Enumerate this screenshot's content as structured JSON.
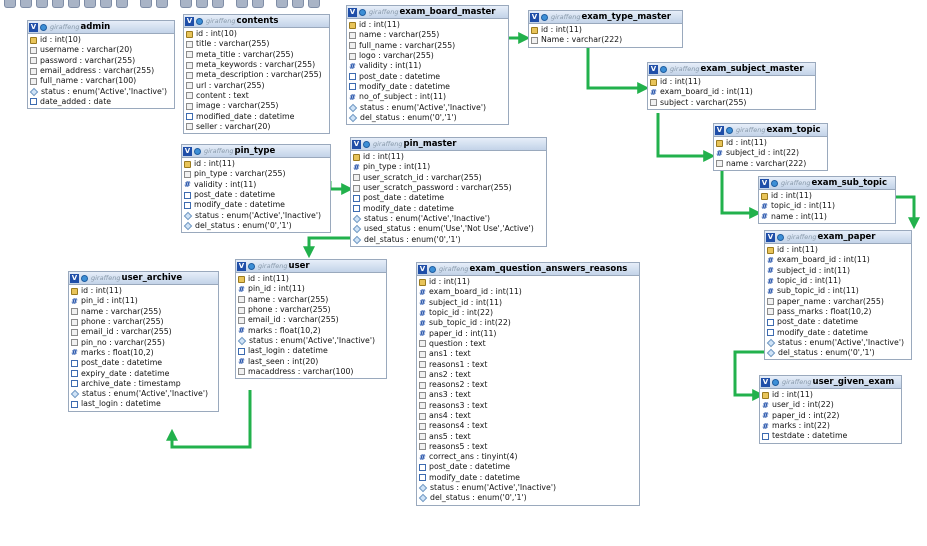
{
  "prefix": "giraffeng",
  "connector_color": "#22b14c",
  "tables": [
    {
      "id": "admin",
      "name": "admin",
      "fields": [
        {
          "icon": "key",
          "text": "id : int(10)"
        },
        {
          "icon": "text",
          "text": "username : varchar(20)"
        },
        {
          "icon": "text",
          "text": "password : varchar(255)"
        },
        {
          "icon": "text",
          "text": "email_address : varchar(255)"
        },
        {
          "icon": "text",
          "text": "full_name : varchar(100)"
        },
        {
          "icon": "enum",
          "text": "status : enum('Active','Inactive')"
        },
        {
          "icon": "date",
          "text": "date_added : date"
        }
      ]
    },
    {
      "id": "contents",
      "name": "contents",
      "fields": [
        {
          "icon": "key",
          "text": "id : int(10)"
        },
        {
          "icon": "text",
          "text": "title : varchar(255)"
        },
        {
          "icon": "text",
          "text": "meta_title : varchar(255)"
        },
        {
          "icon": "text",
          "text": "meta_keywords : varchar(255)"
        },
        {
          "icon": "text",
          "text": "meta_description : varchar(255)"
        },
        {
          "icon": "text",
          "text": "url : varchar(255)"
        },
        {
          "icon": "text",
          "text": "content : text"
        },
        {
          "icon": "text",
          "text": "image : varchar(255)"
        },
        {
          "icon": "date",
          "text": "modified_date : datetime"
        },
        {
          "icon": "text",
          "text": "seller : varchar(20)"
        }
      ]
    },
    {
      "id": "exam_board_master",
      "name": "exam_board_master",
      "fields": [
        {
          "icon": "key",
          "text": "id : int(11)"
        },
        {
          "icon": "text",
          "text": "name : varchar(255)"
        },
        {
          "icon": "text",
          "text": "full_name : varchar(255)"
        },
        {
          "icon": "text",
          "text": "logo : varchar(255)"
        },
        {
          "icon": "hash",
          "text": "validity : int(11)"
        },
        {
          "icon": "date",
          "text": "post_date : datetime"
        },
        {
          "icon": "date",
          "text": "modify_date : datetime"
        },
        {
          "icon": "hash",
          "text": "no_of_subject : int(11)"
        },
        {
          "icon": "enum",
          "text": "status : enum('Active','Inactive')"
        },
        {
          "icon": "enum",
          "text": "del_status : enum('0','1')"
        }
      ]
    },
    {
      "id": "exam_type_master",
      "name": "exam_type_master",
      "fields": [
        {
          "icon": "key",
          "text": "id : int(11)"
        },
        {
          "icon": "text",
          "text": "Name : varchar(222)"
        }
      ]
    },
    {
      "id": "exam_subject_master",
      "name": "exam_subject_master",
      "fields": [
        {
          "icon": "key",
          "text": "id : int(11)"
        },
        {
          "icon": "hash",
          "text": "exam_board_id : int(11)"
        },
        {
          "icon": "text",
          "text": "subject : varchar(255)"
        }
      ]
    },
    {
      "id": "exam_topic",
      "name": "exam_topic",
      "fields": [
        {
          "icon": "key",
          "text": "id : int(11)"
        },
        {
          "icon": "hash",
          "text": "subject_id : int(22)"
        },
        {
          "icon": "text",
          "text": "name : varchar(222)"
        }
      ]
    },
    {
      "id": "exam_sub_topic",
      "name": "exam_sub_topic",
      "fields": [
        {
          "icon": "key",
          "text": "id : int(11)"
        },
        {
          "icon": "hash",
          "text": "topic_id : int(11)"
        },
        {
          "icon": "hash",
          "text": "name : int(11)"
        }
      ]
    },
    {
      "id": "exam_paper",
      "name": "exam_paper",
      "fields": [
        {
          "icon": "key",
          "text": "id : int(11)"
        },
        {
          "icon": "hash",
          "text": "exam_board_id : int(11)"
        },
        {
          "icon": "hash",
          "text": "subject_id : int(11)"
        },
        {
          "icon": "hash",
          "text": "topic_id : int(11)"
        },
        {
          "icon": "hash",
          "text": "sub_topic_id : int(11)"
        },
        {
          "icon": "text",
          "text": "paper_name : varchar(255)"
        },
        {
          "icon": "text",
          "text": "pass_marks : float(10,2)"
        },
        {
          "icon": "date",
          "text": "post_date : datetime"
        },
        {
          "icon": "date",
          "text": "modify_date : datetime"
        },
        {
          "icon": "enum",
          "text": "status : enum('Active','Inactive')"
        },
        {
          "icon": "enum",
          "text": "del_status : enum('0','1')"
        }
      ]
    },
    {
      "id": "pin_type",
      "name": "pin_type",
      "fields": [
        {
          "icon": "key",
          "text": "id : int(11)"
        },
        {
          "icon": "text",
          "text": "pin_type : varchar(255)"
        },
        {
          "icon": "hash",
          "text": "validity : int(11)"
        },
        {
          "icon": "date",
          "text": "post_date : datetime"
        },
        {
          "icon": "date",
          "text": "modify_date : datetime"
        },
        {
          "icon": "enum",
          "text": "status : enum('Active','Inactive')"
        },
        {
          "icon": "enum",
          "text": "del_status : enum('0','1')"
        }
      ]
    },
    {
      "id": "pin_master",
      "name": "pin_master",
      "fields": [
        {
          "icon": "key",
          "text": "id : int(11)"
        },
        {
          "icon": "hash",
          "text": "pin_type : int(11)"
        },
        {
          "icon": "text",
          "text": "user_scratch_id : varchar(255)"
        },
        {
          "icon": "text",
          "text": "user_scratch_password : varchar(255)"
        },
        {
          "icon": "date",
          "text": "post_date : datetime"
        },
        {
          "icon": "date",
          "text": "modify_date : datetime"
        },
        {
          "icon": "enum",
          "text": "status : enum('Active','Inactive')"
        },
        {
          "icon": "enum",
          "text": "used_status : enum('Use','Not Use','Active')"
        },
        {
          "icon": "enum",
          "text": "del_status : enum('0','1')"
        }
      ]
    },
    {
      "id": "user_archive",
      "name": "user_archive",
      "fields": [
        {
          "icon": "key",
          "text": "id : int(11)"
        },
        {
          "icon": "hash",
          "text": "pin_id : int(11)"
        },
        {
          "icon": "text",
          "text": "name : varchar(255)"
        },
        {
          "icon": "text",
          "text": "phone : varchar(255)"
        },
        {
          "icon": "text",
          "text": "email_id : varchar(255)"
        },
        {
          "icon": "text",
          "text": "pin_no : varchar(255)"
        },
        {
          "icon": "hash",
          "text": "marks : float(10,2)"
        },
        {
          "icon": "date",
          "text": "post_date : datetime"
        },
        {
          "icon": "date",
          "text": "expiry_date : datetime"
        },
        {
          "icon": "date",
          "text": "archive_date : timestamp"
        },
        {
          "icon": "enum",
          "text": "status : enum('Active','Inactive')"
        },
        {
          "icon": "date",
          "text": "last_login : datetime"
        }
      ]
    },
    {
      "id": "user",
      "name": "user",
      "fields": [
        {
          "icon": "key",
          "text": "id : int(11)"
        },
        {
          "icon": "hash",
          "text": "pin_id : int(11)"
        },
        {
          "icon": "text",
          "text": "name : varchar(255)"
        },
        {
          "icon": "text",
          "text": "phone : varchar(255)"
        },
        {
          "icon": "text",
          "text": "email_id : varchar(255)"
        },
        {
          "icon": "hash",
          "text": "marks : float(10,2)"
        },
        {
          "icon": "enum",
          "text": "status : enum('Active','Inactive')"
        },
        {
          "icon": "date",
          "text": "last_login : datetime"
        },
        {
          "icon": "hash",
          "text": "last_seen : int(20)"
        },
        {
          "icon": "text",
          "text": "macaddress : varchar(100)"
        }
      ]
    },
    {
      "id": "exam_question_answers_reasons",
      "name": "exam_question_answers_reasons",
      "fields": [
        {
          "icon": "key",
          "text": "id : int(11)"
        },
        {
          "icon": "hash",
          "text": "exam_board_id : int(11)"
        },
        {
          "icon": "hash",
          "text": "subject_id : int(11)"
        },
        {
          "icon": "hash",
          "text": "topic_id : int(22)"
        },
        {
          "icon": "hash",
          "text": "sub_topic_id : int(22)"
        },
        {
          "icon": "hash",
          "text": "paper_id : int(11)"
        },
        {
          "icon": "text",
          "text": "question : text"
        },
        {
          "icon": "text",
          "text": "ans1 : text"
        },
        {
          "icon": "text",
          "text": "reasons1 : text"
        },
        {
          "icon": "text",
          "text": "ans2 : text"
        },
        {
          "icon": "text",
          "text": "reasons2 : text"
        },
        {
          "icon": "text",
          "text": "ans3 : text"
        },
        {
          "icon": "text",
          "text": "reasons3 : text"
        },
        {
          "icon": "text",
          "text": "ans4 : text"
        },
        {
          "icon": "text",
          "text": "reasons4 : text"
        },
        {
          "icon": "text",
          "text": "ans5 : text"
        },
        {
          "icon": "text",
          "text": "reasons5 : text"
        },
        {
          "icon": "hash",
          "text": "correct_ans : tinyint(4)"
        },
        {
          "icon": "date",
          "text": "post_date : datetime"
        },
        {
          "icon": "date",
          "text": "modify_date : datetime"
        },
        {
          "icon": "enum",
          "text": "status : enum('Active','Inactive')"
        },
        {
          "icon": "enum",
          "text": "del_status : enum('0','1')"
        }
      ]
    },
    {
      "id": "user_given_exam",
      "name": "user_given_exam",
      "fields": [
        {
          "icon": "key",
          "text": "id : int(11)"
        },
        {
          "icon": "hash",
          "text": "user_id : int(22)"
        },
        {
          "icon": "hash",
          "text": "paper_id : int(22)"
        },
        {
          "icon": "hash",
          "text": "marks : int(22)"
        },
        {
          "icon": "date",
          "text": "testdate : datetime"
        }
      ]
    }
  ]
}
